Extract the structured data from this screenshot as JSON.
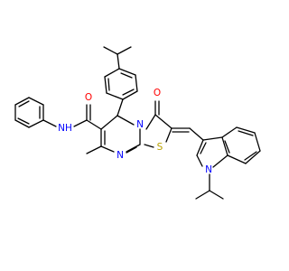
{
  "molecule": {
    "atom_labels": [
      {
        "id": "amide-nh",
        "text": "NH",
        "color": "#0000ff"
      },
      {
        "id": "amide-o",
        "text": "O",
        "color": "#ff0000"
      },
      {
        "id": "ring-n",
        "text": "N",
        "color": "#0000ff"
      },
      {
        "id": "ketone-o",
        "text": "O",
        "color": "#ff0000"
      },
      {
        "id": "pyrimidine-n",
        "text": "N",
        "color": "#0000ff"
      },
      {
        "id": "thiazole-s",
        "text": "S",
        "color": "#b8a000"
      },
      {
        "id": "indole-n",
        "text": "N",
        "color": "#0000ff"
      }
    ],
    "colors": {
      "bond": "#000000",
      "nitrogen": "#0000ff",
      "oxygen": "#ff0000",
      "sulfur": "#b8a000"
    }
  }
}
